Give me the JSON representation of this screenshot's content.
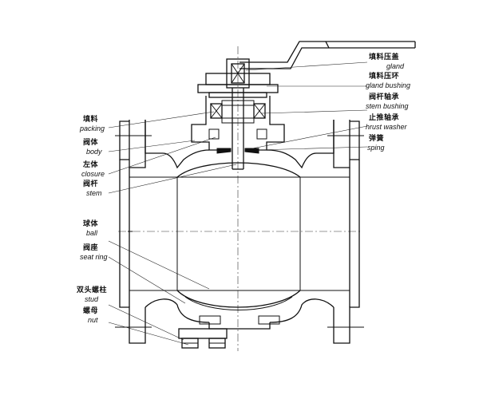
{
  "labels": {
    "gland": {
      "zh": "填料压盖",
      "en": "gland"
    },
    "gland_bushing": {
      "zh": "填料压环",
      "en": "gland bushing"
    },
    "stem_bushing": {
      "zh": "阀杆轴承",
      "en": "stem bushing"
    },
    "thrust_washer": {
      "zh": "止推轴承",
      "en": "hrust washer"
    },
    "spring": {
      "zh": "弹簧",
      "en": "sping"
    },
    "packing": {
      "zh": "填料",
      "en": "packing"
    },
    "body": {
      "zh": "阀体",
      "en": "body"
    },
    "closure": {
      "zh": "左体",
      "en": "closure"
    },
    "stem": {
      "zh": "阀杆",
      "en": "stem"
    },
    "ball": {
      "zh": "球体",
      "en": "ball"
    },
    "seat_ring": {
      "zh": "阀座",
      "en": "seat ring"
    },
    "stud": {
      "zh": "双头螺柱",
      "en": "stud"
    },
    "nut": {
      "zh": "螺母",
      "en": "nut"
    }
  }
}
